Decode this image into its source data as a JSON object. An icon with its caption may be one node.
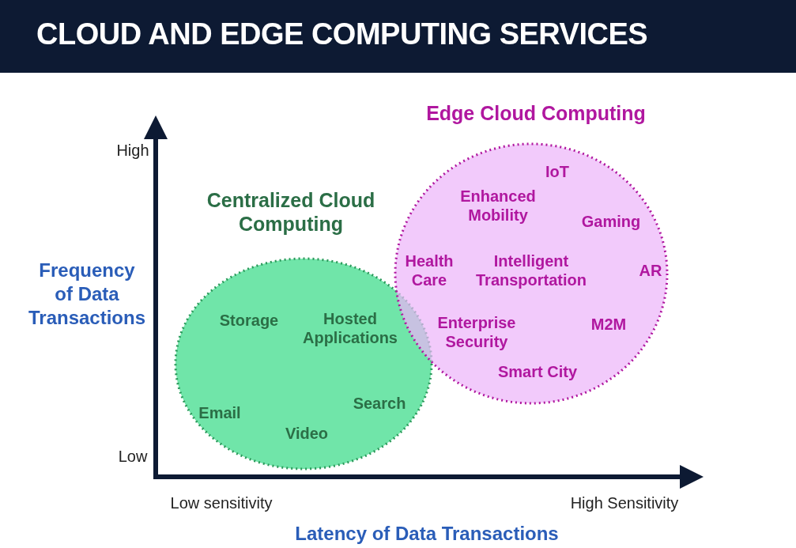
{
  "diagram": {
    "title": "CLOUD AND EDGE COMPUTING SERVICES",
    "nodes": [
      {
        "text": [
          "Centralized Cloud Computing",
          "Storage",
          "Hosted Applications",
          "Email",
          "Video",
          "Search"
        ]
      },
      {
        "text": [
          "Edge Cloud Computing",
          "IoT",
          "Enhanced Mobility",
          "Gaming",
          "Health Care",
          "Intelligent Transportation",
          "AR",
          "Enterprise Security",
          "M2M",
          "Smart City"
        ]
      }
    ],
    "edges": [],
    "labels": [
      "High",
      "Frequency of Data Transactions",
      "Low",
      "Low sensitivity",
      "High Sensitivity",
      "Latency of Data Transactions"
    ]
  }
}
